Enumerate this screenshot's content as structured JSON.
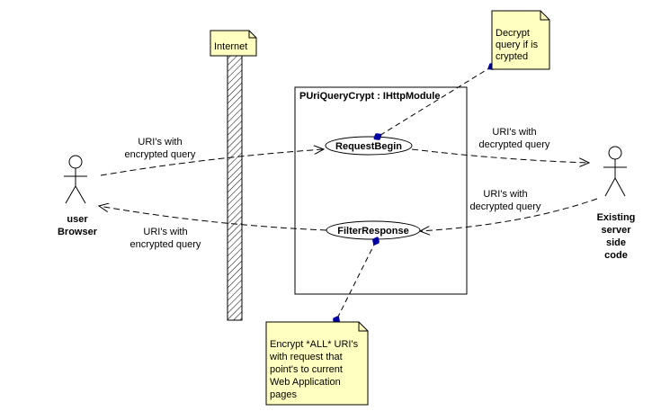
{
  "internet": {
    "label": "Internet"
  },
  "module": {
    "title": "PUriQueryCrypt : IHttpModule"
  },
  "use_cases": {
    "request_begin": "RequestBegin",
    "filter_response": "FilterResponse"
  },
  "actors": {
    "browser": {
      "line1": "user",
      "line2": "Browser"
    },
    "server": {
      "line1": "Existing",
      "line2": "server",
      "line3": "side",
      "line4": "code"
    }
  },
  "flows": {
    "browser_to_request": {
      "line1": "URI's with",
      "line2": "encrypted query"
    },
    "request_to_server": {
      "line1": "URI's with",
      "line2": "decrypted query"
    },
    "server_to_filter": {
      "line1": "URI's with",
      "line2": "decrypted query"
    },
    "filter_to_browser": {
      "line1": "URI's with",
      "line2": "encrypted query"
    }
  },
  "notes": {
    "decrypt": {
      "line1": "Decrypt",
      "line2": "query if is",
      "line3": "crypted"
    },
    "encrypt": {
      "line1": "Encrypt *ALL* URI's",
      "line2": "with request that",
      "line3": "point's to current",
      "line4": "Web Application",
      "line5": "pages"
    }
  },
  "colors": {
    "note_fill": "#ffffc0",
    "association_dash": "#000000",
    "note_link": "#000080"
  }
}
